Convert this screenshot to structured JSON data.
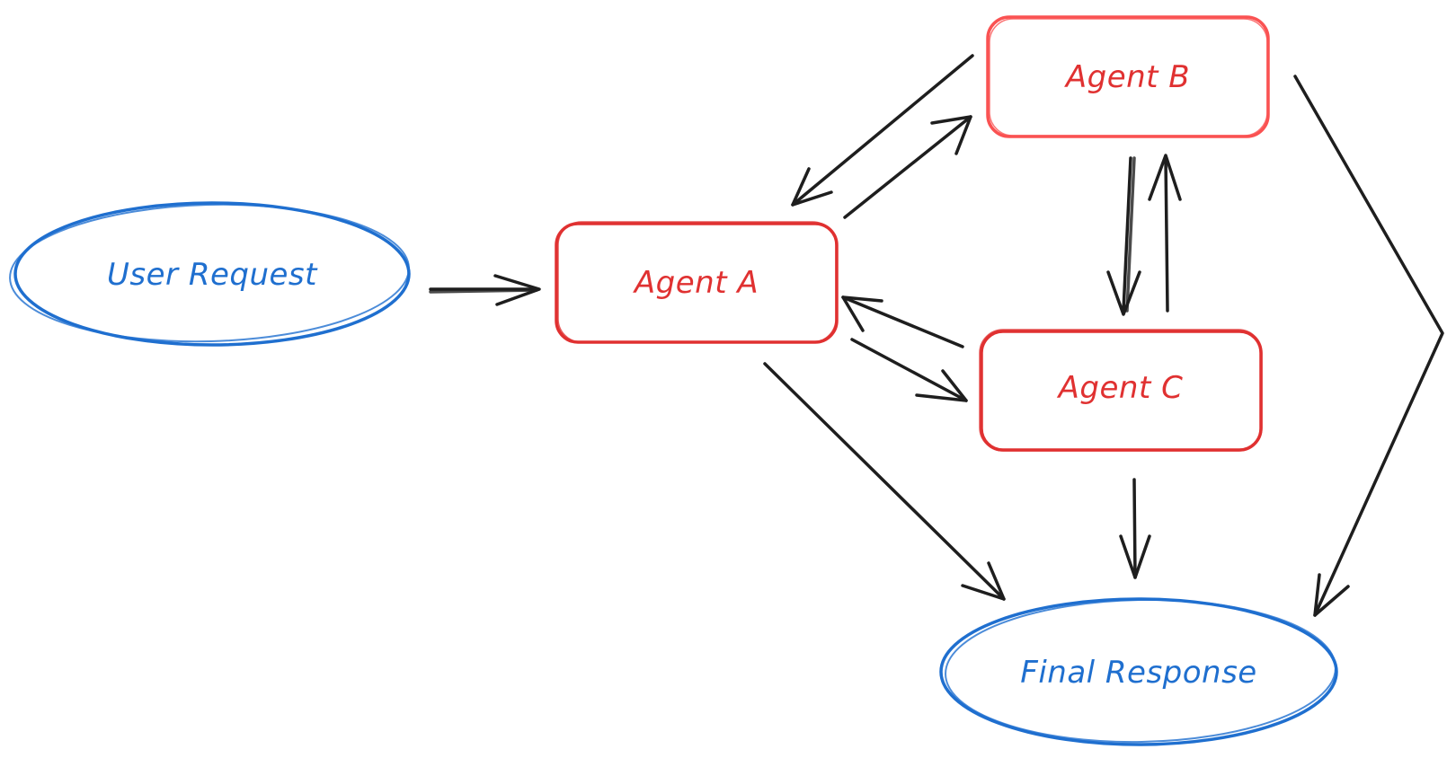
{
  "diagram": {
    "type": "flowchart",
    "colors": {
      "terminal": "#1f6fcf",
      "agent": "#e03131",
      "agent_light": "#fa5252",
      "edge": "#1e1e1e",
      "background": "#ffffff"
    },
    "nodes": {
      "user_request": {
        "label": "User Request",
        "shape": "ellipse",
        "color": "#1f6fcf"
      },
      "agent_a": {
        "label": "Agent A",
        "shape": "rounded-rectangle",
        "color": "#e03131"
      },
      "agent_b": {
        "label": "Agent B",
        "shape": "rounded-rectangle",
        "color": "#fa5252"
      },
      "agent_c": {
        "label": "Agent C",
        "shape": "rounded-rectangle",
        "color": "#e03131"
      },
      "final_response": {
        "label": "Final Response",
        "shape": "ellipse",
        "color": "#1f6fcf"
      }
    },
    "edges": [
      {
        "from": "User Request",
        "to": "Agent A"
      },
      {
        "from": "Agent A",
        "to": "Agent B"
      },
      {
        "from": "Agent B",
        "to": "Agent A"
      },
      {
        "from": "Agent A",
        "to": "Agent C"
      },
      {
        "from": "Agent C",
        "to": "Agent A"
      },
      {
        "from": "Agent B",
        "to": "Agent C"
      },
      {
        "from": "Agent C",
        "to": "Agent B"
      },
      {
        "from": "Agent A",
        "to": "Final Response"
      },
      {
        "from": "Agent B",
        "to": "Final Response"
      },
      {
        "from": "Agent C",
        "to": "Final Response"
      }
    ]
  }
}
